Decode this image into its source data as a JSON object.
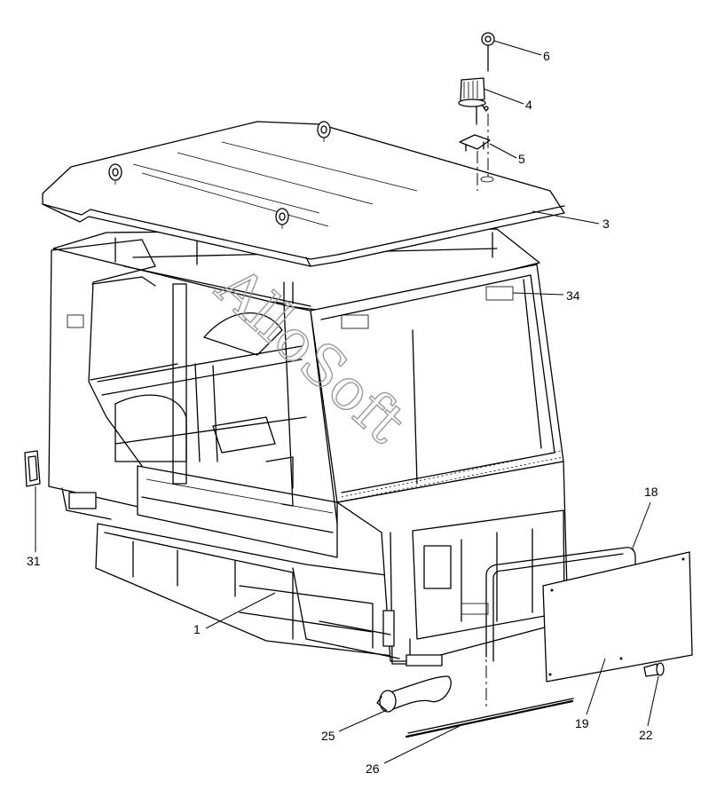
{
  "callouts": [
    {
      "id": "c1",
      "label": "1"
    },
    {
      "id": "c3",
      "label": "3"
    },
    {
      "id": "c4",
      "label": "4"
    },
    {
      "id": "c5",
      "label": "5"
    },
    {
      "id": "c6",
      "label": "6"
    },
    {
      "id": "c18",
      "label": "18"
    },
    {
      "id": "c19",
      "label": "19"
    },
    {
      "id": "c22",
      "label": "22"
    },
    {
      "id": "c25",
      "label": "25"
    },
    {
      "id": "c26",
      "label": "26"
    },
    {
      "id": "c31",
      "label": "31"
    },
    {
      "id": "c34",
      "label": "34"
    }
  ],
  "watermark": "AlloSoft"
}
